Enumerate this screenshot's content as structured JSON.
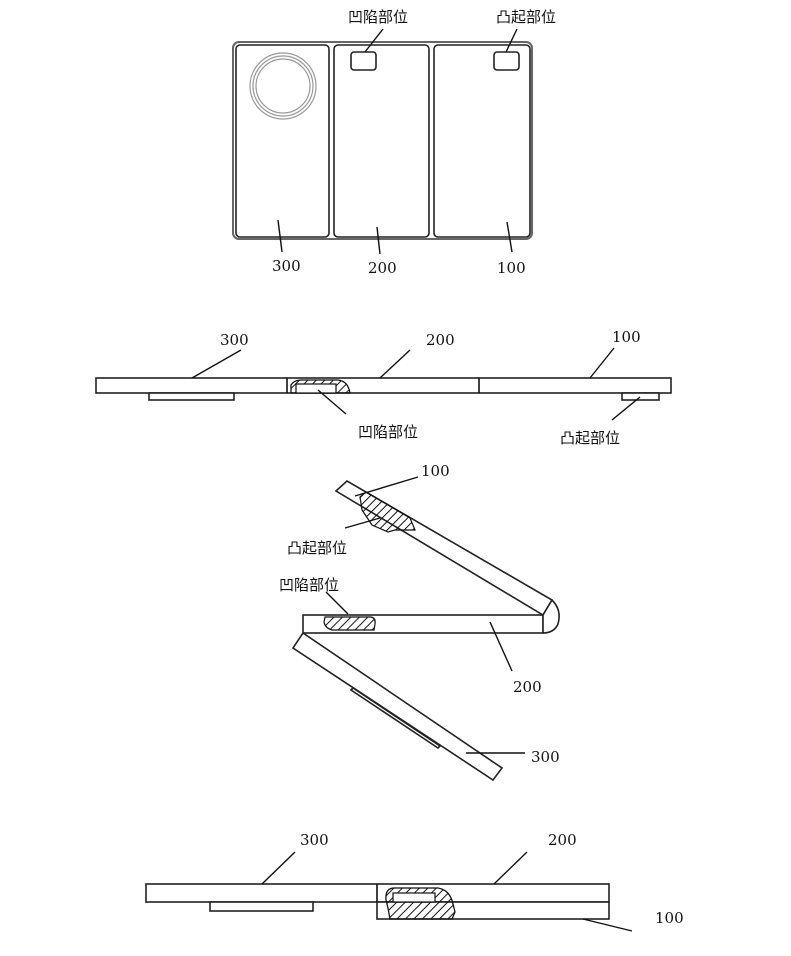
{
  "figures": {
    "fig1": {
      "labels": {
        "recess": "凹陷部位",
        "bump": "凸起部位",
        "p300": "300",
        "p200": "200",
        "p100": "100"
      }
    },
    "fig2": {
      "labels": {
        "recess": "凹陷部位",
        "bump": "凸起部位",
        "p300": "300",
        "p200": "200",
        "p100": "100"
      }
    },
    "fig3": {
      "labels": {
        "recess": "凹陷部位",
        "bump": "凸起部位",
        "p300": "300",
        "p200": "200",
        "p100": "100"
      }
    },
    "fig4": {
      "labels": {
        "p300": "300",
        "p200": "200",
        "p100": "100"
      }
    }
  }
}
